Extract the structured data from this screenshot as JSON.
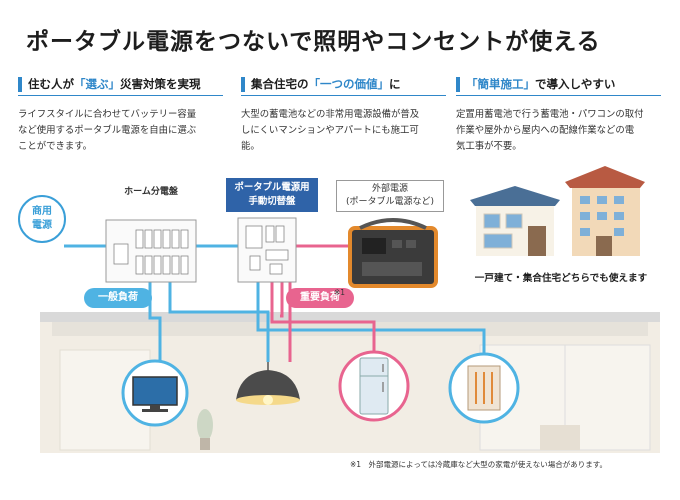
{
  "title": "ポータブル電源をつないで照明やコンセントが使える",
  "columns": [
    {
      "head_pre": "住む人が",
      "head_hl": "「選ぶ」",
      "head_post": "災害対策を実現",
      "body": [
        "ライフスタイルに合わせてバッテリー容量",
        "など使用するポータブル電源を自由に選ぶ",
        "ことができます。"
      ]
    },
    {
      "head_pre": "集合住宅の",
      "head_hl": "「一つの価値」",
      "head_post": "に",
      "body": [
        "大型の蓄電池などの非常用電源設備が普及",
        "しにくいマンションやアパートにも施工可",
        "能。"
      ]
    },
    {
      "head_pre": "",
      "head_hl": "「簡単施工」",
      "head_post": "で導入しやすい",
      "body": [
        "定置用蓄電池で行う蓄電池・パワコンの取付",
        "作業や屋外から屋内への配線作業などの電",
        "気工事が不要。"
      ]
    }
  ],
  "diagram": {
    "commercial_power": [
      "商用",
      "電源"
    ],
    "home_panel": "ホーム分電盤",
    "switch_panel": [
      "ポータブル電源用",
      "手動切替盤"
    ],
    "external_power": [
      "外部電源",
      "(ポータブル電源など)"
    ],
    "general_load": "一般負荷",
    "important_load": "重要負荷",
    "note_mark": "※1",
    "house_caption": "一戸建て・集合住宅どちらでも使えます",
    "footnote": "※1　外部電源によっては冷蔵庫など大型の家電が使えない場合があります。"
  },
  "colors": {
    "accent_blue": "#2f87c9",
    "line_blue": "#4fb3e3",
    "line_pink": "#e8648f",
    "dark_blue": "#2f63a8"
  }
}
